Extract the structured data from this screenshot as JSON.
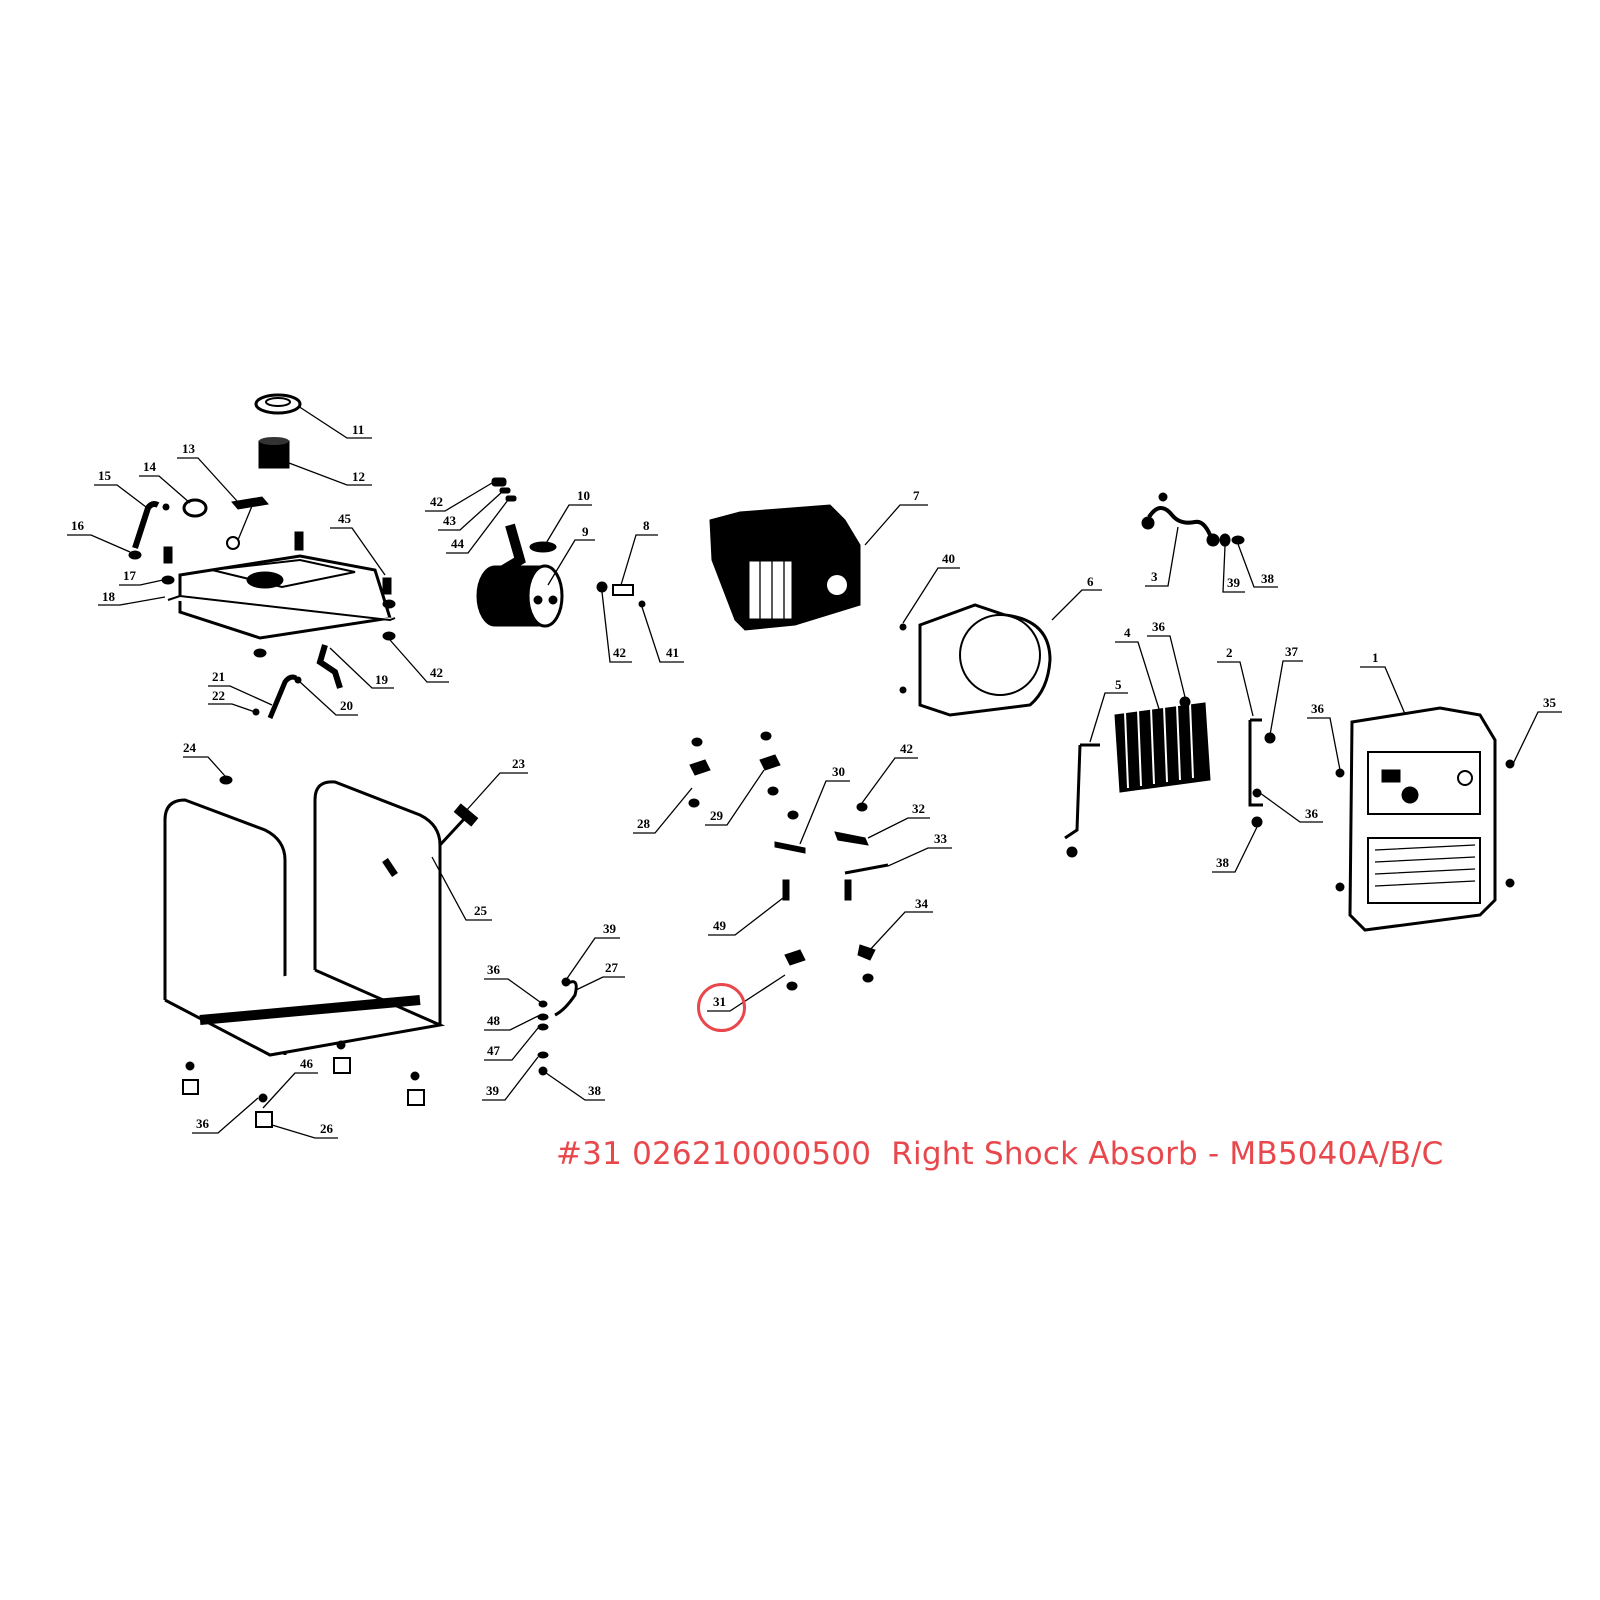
{
  "caption": {
    "text": "#31 026210000500  Right Shock Absorb - MB5040A/B/C",
    "part_ref": "#31",
    "part_number": "026210000500",
    "part_name": "Right Shock Absorb",
    "model": "MB5040A/B/C",
    "color": "#e8474c"
  },
  "highlighted_callout": "31",
  "callouts": [
    {
      "id": "c11",
      "text": "11"
    },
    {
      "id": "c12",
      "text": "12"
    },
    {
      "id": "c13",
      "text": "13"
    },
    {
      "id": "c14",
      "text": "14"
    },
    {
      "id": "c15",
      "text": "15"
    },
    {
      "id": "c16",
      "text": "16"
    },
    {
      "id": "c17",
      "text": "17"
    },
    {
      "id": "c18",
      "text": "18"
    },
    {
      "id": "c45",
      "text": "45"
    },
    {
      "id": "c42a",
      "text": "42"
    },
    {
      "id": "c19",
      "text": "19"
    },
    {
      "id": "c20",
      "text": "20"
    },
    {
      "id": "c21",
      "text": "21"
    },
    {
      "id": "c22",
      "text": "22"
    },
    {
      "id": "c42b",
      "text": "42"
    },
    {
      "id": "c43",
      "text": "43"
    },
    {
      "id": "c44",
      "text": "44"
    },
    {
      "id": "c10",
      "text": "10"
    },
    {
      "id": "c9",
      "text": "9"
    },
    {
      "id": "c8",
      "text": "8"
    },
    {
      "id": "c42c",
      "text": "42"
    },
    {
      "id": "c41",
      "text": "41"
    },
    {
      "id": "c7",
      "text": "7"
    },
    {
      "id": "c40",
      "text": "40"
    },
    {
      "id": "c6",
      "text": "6"
    },
    {
      "id": "c3",
      "text": "3"
    },
    {
      "id": "c39a",
      "text": "39"
    },
    {
      "id": "c38a",
      "text": "38"
    },
    {
      "id": "c5",
      "text": "5"
    },
    {
      "id": "c4",
      "text": "4"
    },
    {
      "id": "c36a",
      "text": "36"
    },
    {
      "id": "c2",
      "text": "2"
    },
    {
      "id": "c37",
      "text": "37"
    },
    {
      "id": "c36b",
      "text": "36"
    },
    {
      "id": "c38b",
      "text": "38"
    },
    {
      "id": "c1",
      "text": "1"
    },
    {
      "id": "c36c",
      "text": "36"
    },
    {
      "id": "c35",
      "text": "35"
    },
    {
      "id": "c24",
      "text": "24"
    },
    {
      "id": "c23",
      "text": "23"
    },
    {
      "id": "c25",
      "text": "25"
    },
    {
      "id": "c28",
      "text": "28"
    },
    {
      "id": "c29",
      "text": "29"
    },
    {
      "id": "c30",
      "text": "30"
    },
    {
      "id": "c42d",
      "text": "42"
    },
    {
      "id": "c32",
      "text": "32"
    },
    {
      "id": "c33",
      "text": "33"
    },
    {
      "id": "c49",
      "text": "49"
    },
    {
      "id": "c34",
      "text": "34"
    },
    {
      "id": "c31",
      "text": "31"
    },
    {
      "id": "c39b",
      "text": "39"
    },
    {
      "id": "c27",
      "text": "27"
    },
    {
      "id": "c36d",
      "text": "36"
    },
    {
      "id": "c48",
      "text": "48"
    },
    {
      "id": "c47",
      "text": "47"
    },
    {
      "id": "c39c",
      "text": "39"
    },
    {
      "id": "c38c",
      "text": "38"
    },
    {
      "id": "c46",
      "text": "46"
    },
    {
      "id": "c36e",
      "text": "36"
    },
    {
      "id": "c26",
      "text": "26"
    }
  ]
}
